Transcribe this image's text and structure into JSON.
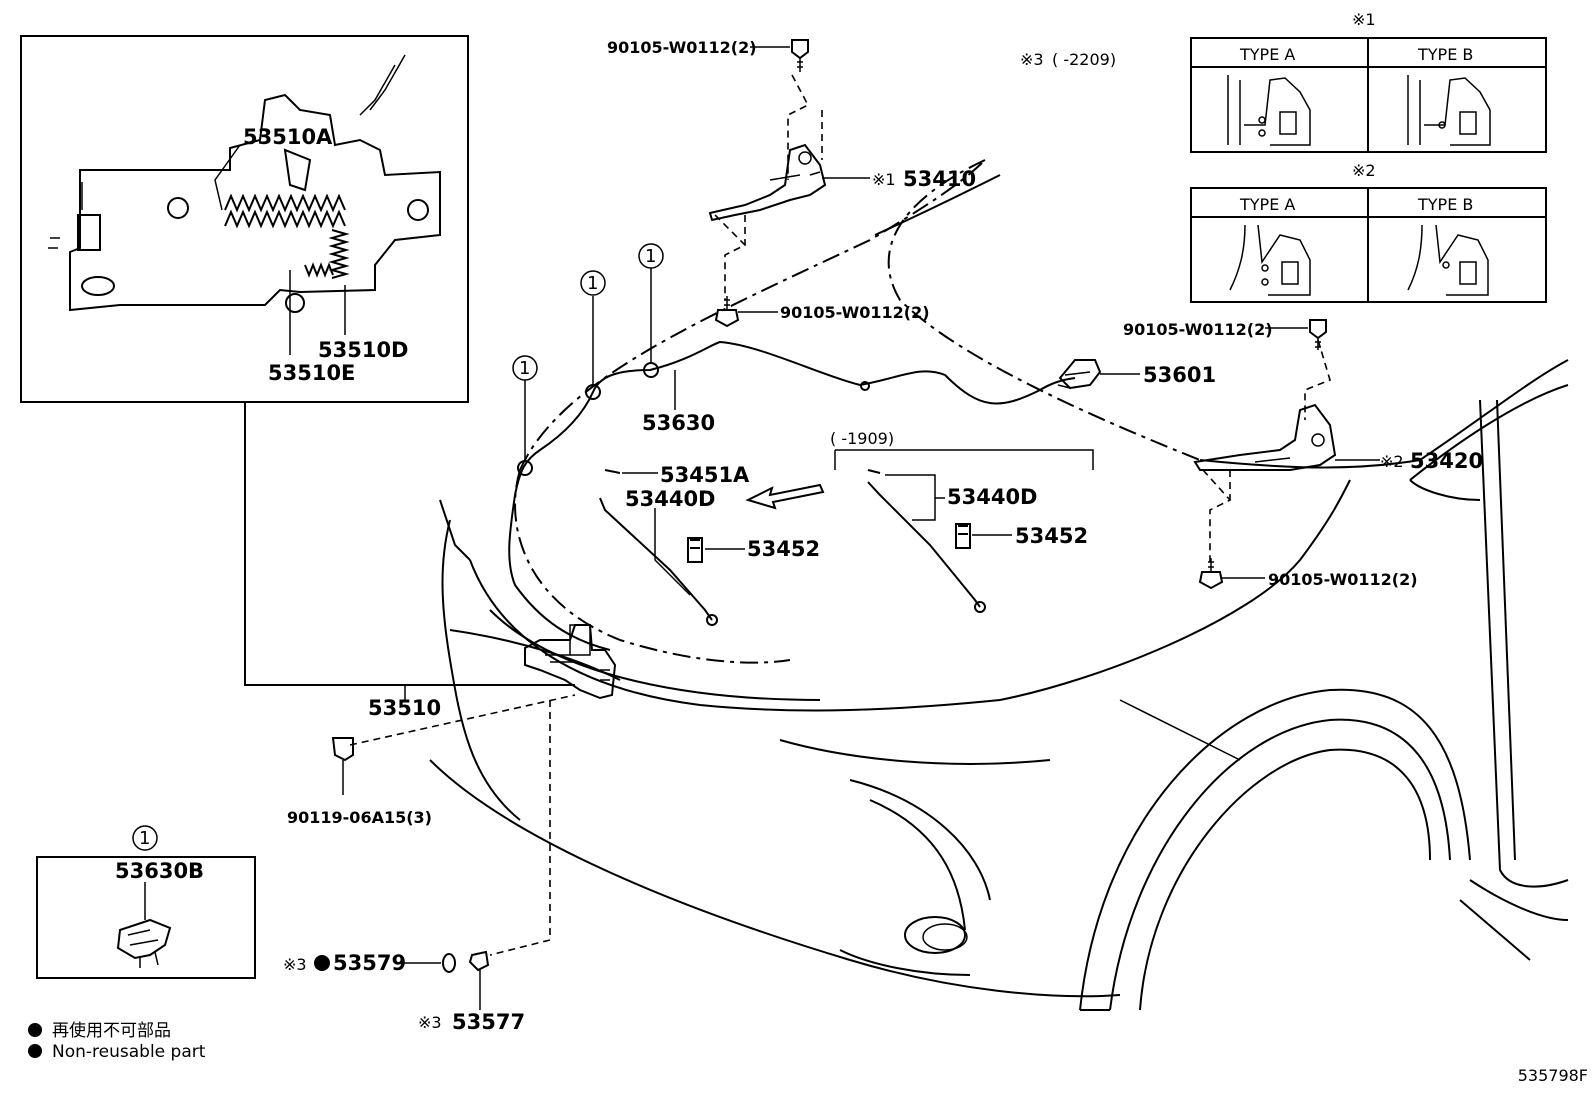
{
  "parts": {
    "p53510A": "53510A",
    "p53510D": "53510D",
    "p53510E": "53510E",
    "p53510": "53510",
    "p53630": "53630",
    "p53630B": "53630B",
    "p53601": "53601",
    "p53410": "53410",
    "p53420": "53420",
    "p53451A": "53451A",
    "p53440D_left": "53440D",
    "p53440D_right": "53440D",
    "p53452_left": "53452",
    "p53452_right": "53452",
    "p53579": "53579",
    "p53577": "53577",
    "bolt_top": "90105-W0112(2)",
    "bolt_mid": "90105-W0112(2)",
    "bolt_right_top": "90105-W0112(2)",
    "bolt_right_bottom": "90105-W0112(2)",
    "bolt_latch": "90119-06A15(3)"
  },
  "callouts": {
    "circle_ref": "1",
    "note1_mark": "※1",
    "note2_mark": "※2",
    "note3_mark": "※3",
    "date_range_note3": "(      -2209)",
    "date_range_1909": "(      -1909)"
  },
  "type_tables": {
    "table1": {
      "mark": "※1",
      "col_a": "TYPE  A",
      "col_b": "TYPE  B"
    },
    "table2": {
      "mark": "※2",
      "col_a": "TYPE  A",
      "col_b": "TYPE  B"
    }
  },
  "legend": {
    "jp": "再使用不可部品",
    "en": "Non-reusable part"
  },
  "diagram_code": "535798F"
}
